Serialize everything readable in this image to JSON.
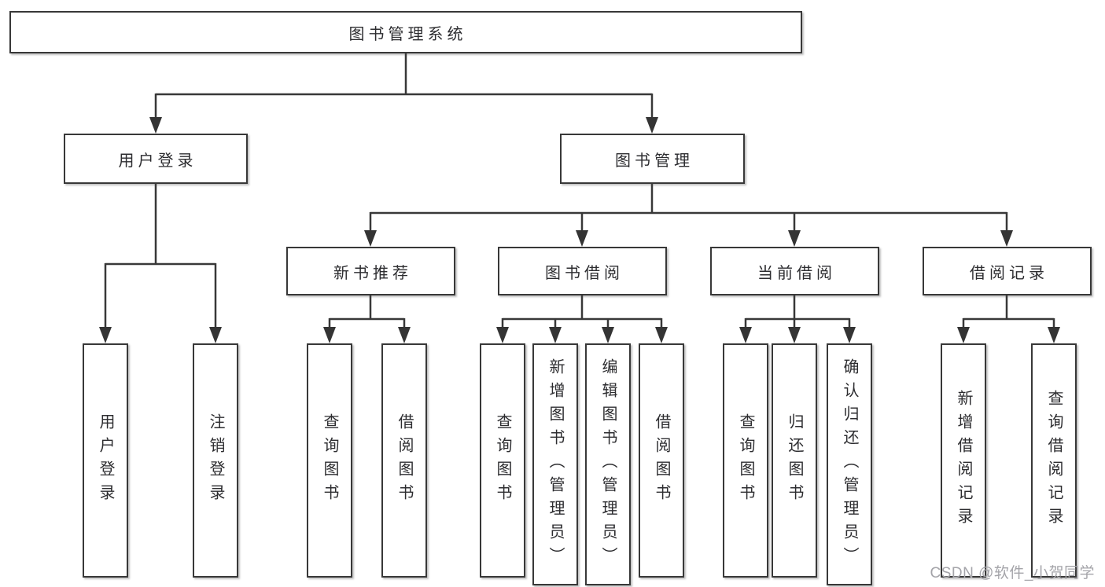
{
  "diagram": {
    "type": "hierarchy-structure-chart",
    "colors": {
      "background": "#ffffff",
      "line": "#383838",
      "box_border": "#383838",
      "text": "#2d2d30",
      "watermark": "#a4a4a9"
    },
    "tree": {
      "label": "图书管理系统",
      "children": [
        {
          "label": "用户登录",
          "children": [
            {
              "label": "用户登录"
            },
            {
              "label": "注销登录"
            }
          ]
        },
        {
          "label": "图书管理",
          "children": [
            {
              "label": "新书推荐",
              "children": [
                {
                  "label": "查询图书"
                },
                {
                  "label": "借阅图书"
                }
              ]
            },
            {
              "label": "图书借阅",
              "children": [
                {
                  "label": "查询图书"
                },
                {
                  "label": "新增图书（管理员）"
                },
                {
                  "label": "编辑图书（管理员）"
                },
                {
                  "label": "借阅图书"
                }
              ]
            },
            {
              "label": "当前借阅",
              "children": [
                {
                  "label": "查询图书"
                },
                {
                  "label": "归还图书"
                },
                {
                  "label": "确认归还（管理员）"
                }
              ]
            },
            {
              "label": "借阅记录",
              "children": [
                {
                  "label": "新增借阅记录"
                },
                {
                  "label": "查询借阅记录"
                }
              ]
            }
          ]
        }
      ]
    },
    "watermark": {
      "text": "CSDN @软件_小贺同学"
    }
  }
}
